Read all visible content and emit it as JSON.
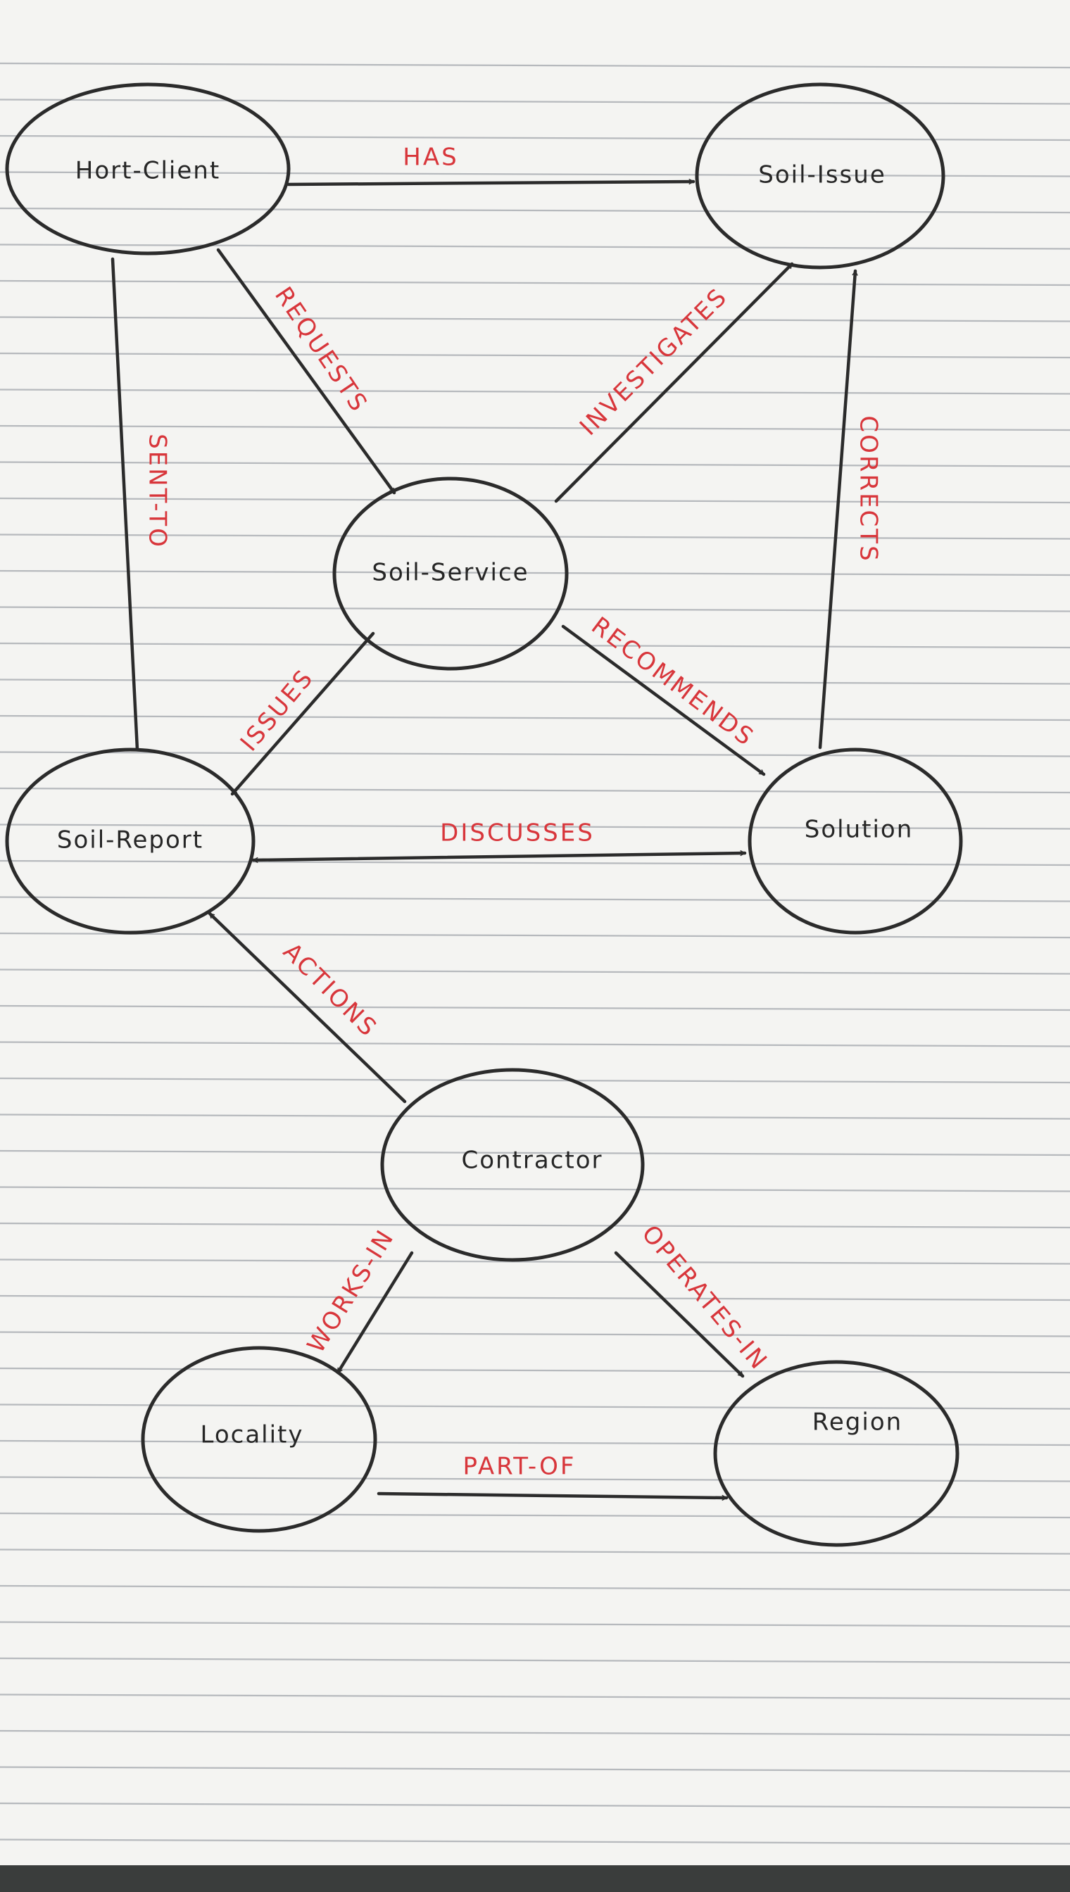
{
  "diagram": {
    "colors": {
      "paper": "#f4f4f2",
      "ruling": "#b6b9bd",
      "ink": "#2b2b2b",
      "red_ink": "#d8363b"
    },
    "nodes": {
      "hort_client": "Hort-Client",
      "soil_issue": "Soil-Issue",
      "soil_service": "Soil-Service",
      "soil_report": "Soil-Report",
      "solution": "Solution",
      "contractor": "Contractor",
      "locality": "Locality",
      "region": "Region"
    },
    "edges": {
      "has": "HAS",
      "requests": "REQUESTS",
      "sent_to": "SENT-TO",
      "investigates": "INVESTIGATES",
      "corrects": "CORRECTS",
      "issues": "ISSUES",
      "recommends": "RECOMMENDS",
      "discusses": "DISCUSSES",
      "actions": "ACTIONS",
      "works_in": "WORKS-IN",
      "operates_in": "OPERATES-IN",
      "part_of": "PART-OF"
    }
  }
}
